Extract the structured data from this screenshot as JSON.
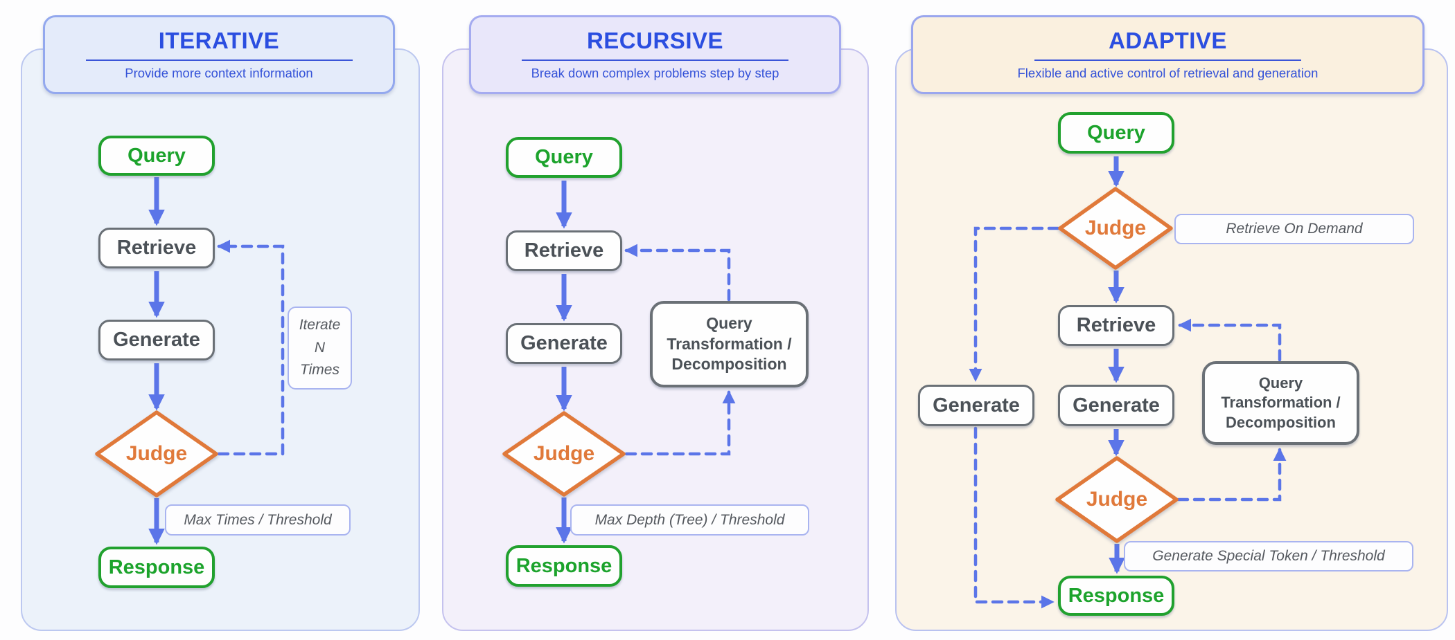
{
  "figure": {
    "topic": "RAG paradigms flow diagram",
    "colors": {
      "title_blue": "#2b4ee0",
      "subtitle_blue": "#3452d8",
      "arrow_blue": "#5b75e8",
      "green": "#21a12e",
      "orange": "#e0793a",
      "node_border_gray": "#6a7076",
      "node_text_gray": "#4b5157",
      "label_border": "#a9b4f0",
      "panel1_bg": "#ecf2fa",
      "panel2_bg": "#f3f0fa",
      "panel3_bg": "#fbf4e9",
      "header1_bg": "#e4ebfa",
      "header2_bg": "#e9e7fa",
      "header3_bg": "#faf0df"
    }
  },
  "panels": [
    {
      "title": "ITERATIVE",
      "subtitle": "Provide more context information",
      "nodes": {
        "query": "Query",
        "retrieve": "Retrieve",
        "generate": "Generate",
        "judge": "Judge",
        "response": "Response"
      },
      "annotations": {
        "loop_label": "Iterate\nN\nTimes",
        "exit_label": "Max Times / Threshold"
      }
    },
    {
      "title": "RECURSIVE",
      "subtitle": "Break down complex problems step by step",
      "nodes": {
        "query": "Query",
        "retrieve": "Retrieve",
        "generate": "Generate",
        "judge": "Judge",
        "response": "Response",
        "transform": "Query\nTransformation /\nDecomposition"
      },
      "annotations": {
        "exit_label": "Max Depth (Tree) / Threshold"
      }
    },
    {
      "title": "ADAPTIVE",
      "subtitle": "Flexible and  active control of retrieval and generation",
      "nodes": {
        "query": "Query",
        "judge_retrieval": "Judge",
        "retrieve": "Retrieve",
        "generate_direct": "Generate",
        "generate": "Generate",
        "judge_output": "Judge",
        "response": "Response",
        "transform": "Query\nTransformation /\nDecomposition"
      },
      "annotations": {
        "judge_label": "Retrieve On  Demand",
        "exit_label": "Generate Special Token / Threshold"
      }
    }
  ]
}
